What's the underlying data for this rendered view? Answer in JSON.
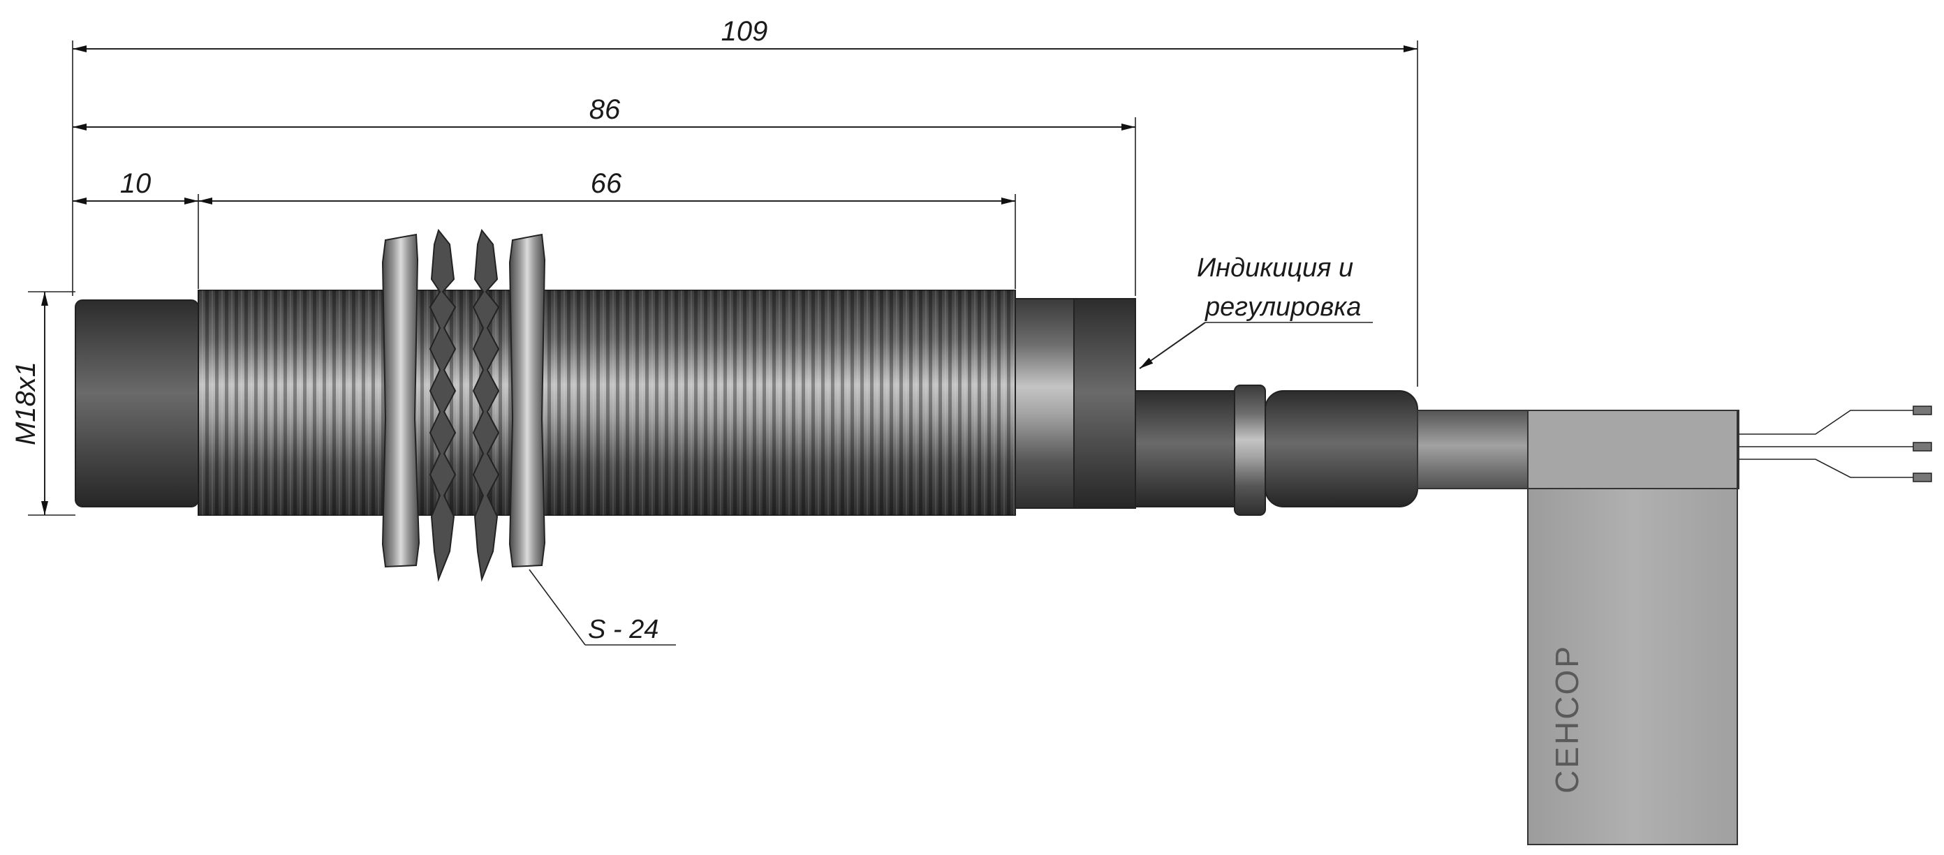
{
  "dimensions": {
    "overall": "109",
    "body": "86",
    "offset": "10",
    "thread_length": "66",
    "thread_spec": "M18x1"
  },
  "callouts": {
    "indication_line1": "Индикиция и",
    "indication_line2": "регулировка",
    "wrench_size": "S - 24"
  },
  "label": {
    "brand": "СЕНСОР"
  },
  "colors": {
    "metal_dark": "#3c3c3c",
    "metal_light": "#c8c8c8",
    "tag_gray": "#a8a8a8",
    "cable_gray": "#8a8a8a"
  }
}
